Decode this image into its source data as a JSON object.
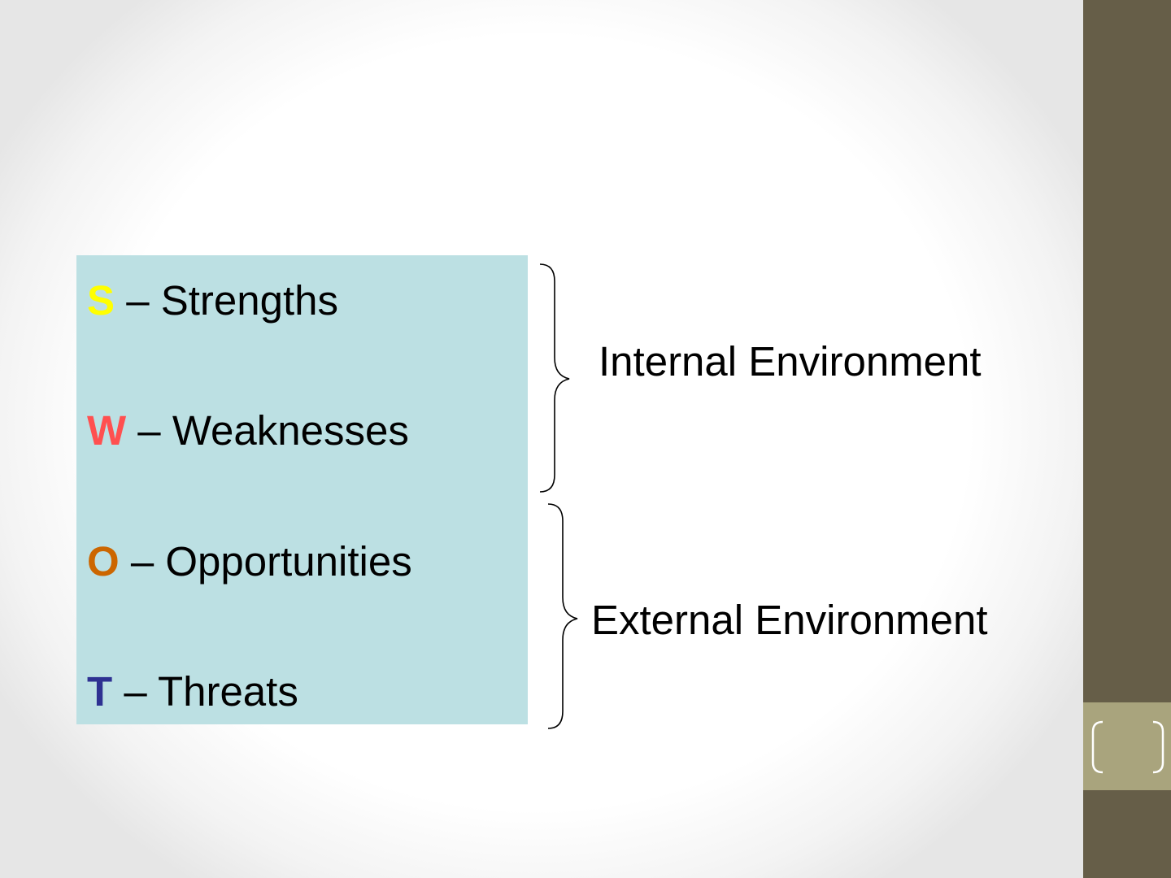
{
  "swot": [
    {
      "letter": "S",
      "text": " – Strengths",
      "color": "#ffff00"
    },
    {
      "letter": "W",
      "text": " – Weaknesses",
      "color": "#ff5050"
    },
    {
      "letter": "O",
      "text": " – Opportunities",
      "color": "#cc6600"
    },
    {
      "letter": "T",
      "text": " – Threats",
      "color": "#2e3192"
    }
  ],
  "groups": {
    "internal": "Internal Environment",
    "external": "External Environment"
  },
  "colors": {
    "box_background": "#bce0e3",
    "sidebar": "#665e48",
    "page_tab": "#a9a47d"
  }
}
